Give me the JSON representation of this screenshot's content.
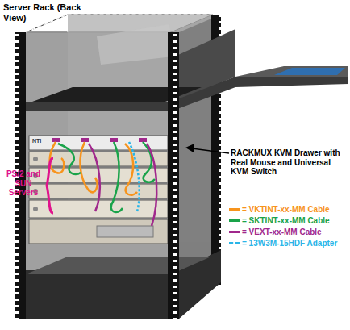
{
  "diagram": {
    "labels": [
      "Server Rack (Back View)",
      "NTI",
      "PS/2 and SUN Servers",
      "RACKMUX KVM Drawer with Real Mouse and Universal KVM Switch"
    ],
    "legend": [
      {
        "text": "= VKTINT-xx-MM Cable",
        "color": "#f7941d"
      },
      {
        "text": "= SKTINT-xx-MM Cable",
        "color": "#1aa34a"
      },
      {
        "text": "= VEXT-xx-MM Cable",
        "color": "#a0288c"
      },
      {
        "text": "= 13W3M-15HDF Adapter",
        "color": "#29b5e8"
      }
    ]
  }
}
